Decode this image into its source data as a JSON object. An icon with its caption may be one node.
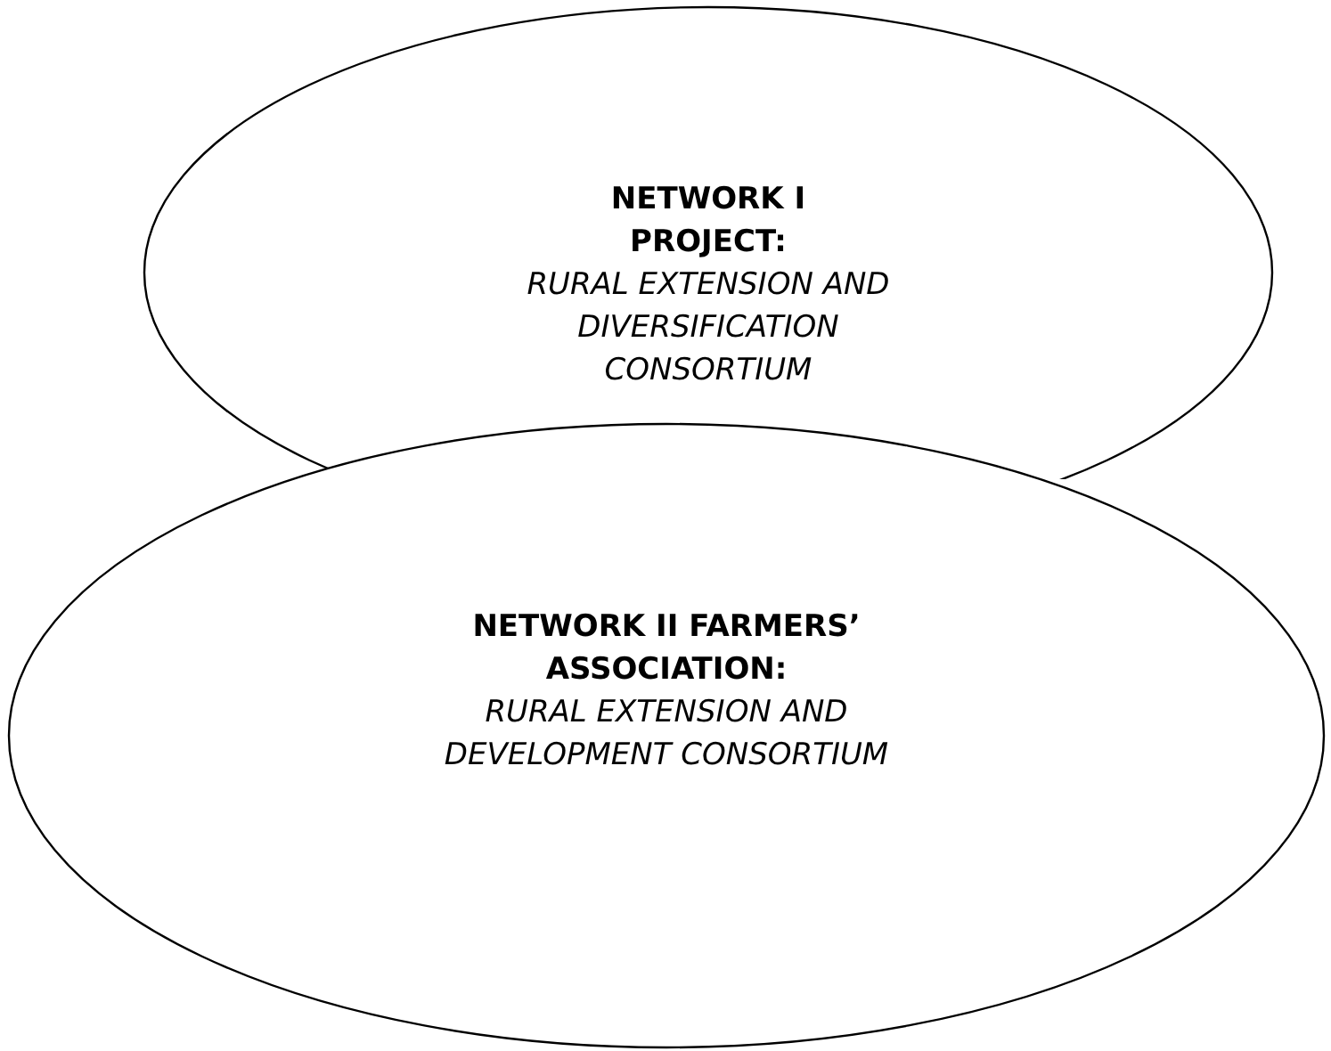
{
  "diagram": {
    "nodes": [
      {
        "text": [
          "NETWORK I PROJECT:",
          "RURAL EXTENSION AND DIVERSIFICATION CONSORTIUM"
        ]
      },
      {
        "text": [
          "NETWORK II FARMERS’ ASSOCIATION:",
          "RURAL EXTENSION AND DEVELOPMENT CONSORTIUM"
        ]
      }
    ],
    "edges": []
  }
}
